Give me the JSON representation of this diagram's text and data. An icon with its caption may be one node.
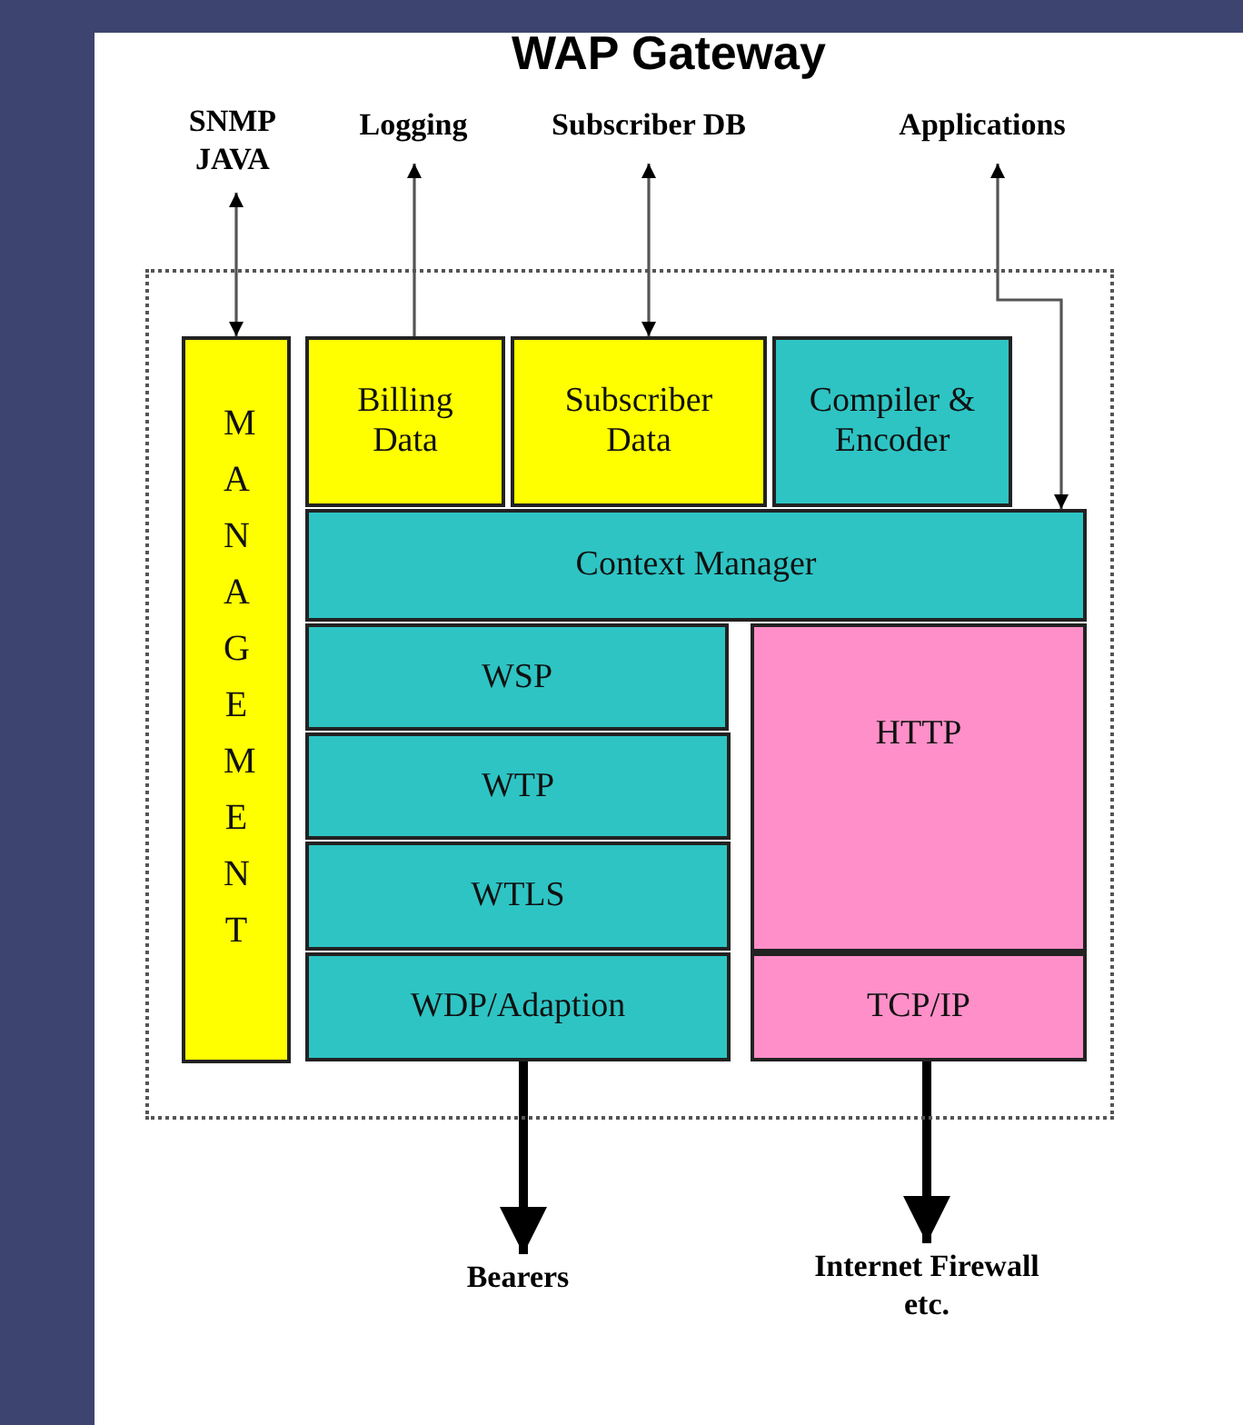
{
  "diagram": {
    "title": "WAP Gateway",
    "nodes": [
      {
        "text": [],
        "shape": "box"
      },
      {
        "text": [
          "SNMP JAVA"
        ]
      },
      {
        "text": [
          "Logging"
        ]
      },
      {
        "text": [
          "Subscriber DB"
        ]
      },
      {
        "text": [
          "Applications"
        ]
      },
      {
        "text": [
          "MANAGEMENT"
        ],
        "in": 0
      },
      {
        "text": [
          "Billing Data"
        ],
        "in": 0
      },
      {
        "text": [
          "Subscriber Data"
        ],
        "in": 0
      },
      {
        "text": [
          "Compiler & Encoder"
        ],
        "in": 0
      },
      {
        "text": [
          "Context Manager"
        ],
        "in": 0
      },
      {
        "text": [
          "WSP"
        ],
        "in": 0
      },
      {
        "text": [
          "WTP"
        ],
        "in": 0
      },
      {
        "text": [
          "WTLS"
        ],
        "in": 0
      },
      {
        "text": [
          "WDP/Adaption"
        ],
        "in": 0
      },
      {
        "text": [
          "HTTP"
        ],
        "in": 0
      },
      {
        "text": [
          "TCP/IP"
        ],
        "in": 0
      },
      {
        "text": [
          "Bearers"
        ]
      },
      {
        "text": [
          "Internet Firewall etc."
        ]
      }
    ],
    "edges": [
      {
        "from": 5,
        "to": 1,
        "arrow": "both"
      },
      {
        "from": 6,
        "to": 2,
        "arrow": "to"
      },
      {
        "from": 7,
        "to": 3,
        "arrow": "both"
      },
      {
        "from": 9,
        "to": 4,
        "arrow": "both"
      },
      {
        "from": 13,
        "to": 16,
        "arrow": "to",
        "style": "thick"
      },
      {
        "from": 15,
        "to": 17,
        "arrow": "to",
        "style": "thick"
      }
    ]
  }
}
